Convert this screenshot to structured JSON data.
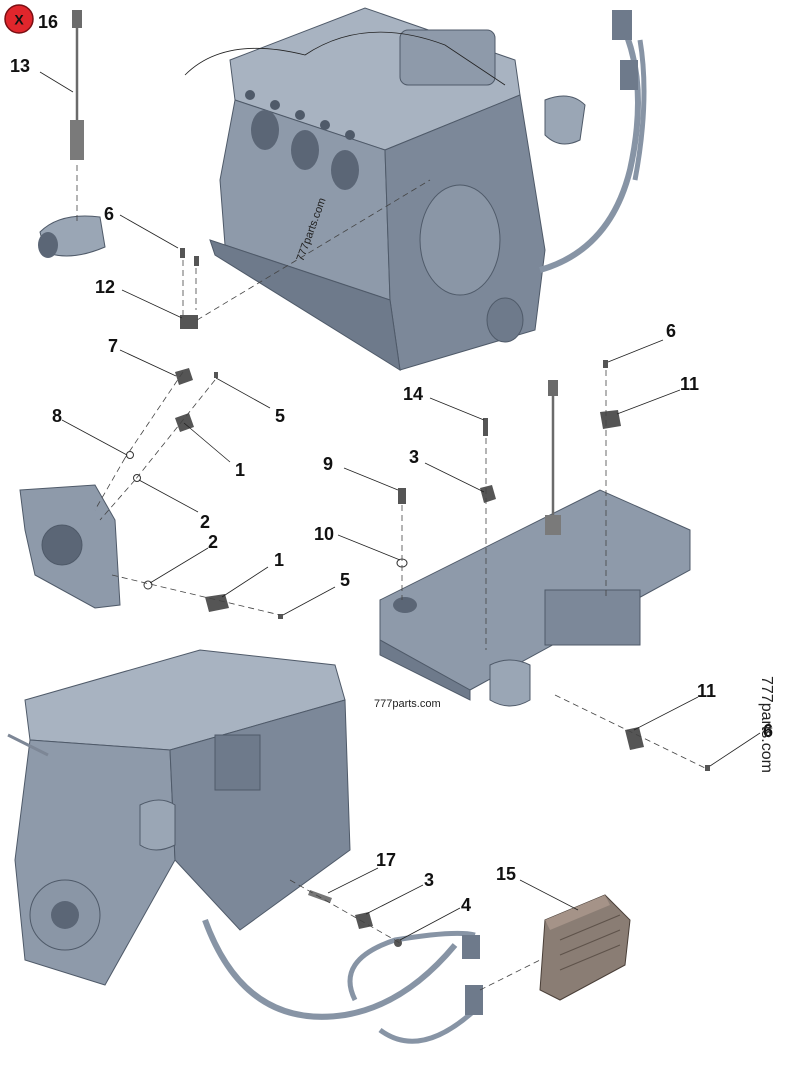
{
  "header": {
    "badge_symbol": "X",
    "badge_number": "16"
  },
  "watermarks": [
    "777parts.com",
    "777parts.com",
    "777parts.com"
  ],
  "callouts": {
    "c13": "13",
    "c6a": "6",
    "c12": "12",
    "c7": "7",
    "c5a": "5",
    "c8": "8",
    "c1a": "1",
    "c2a": "2",
    "c2b": "2",
    "c1b": "1",
    "c5b": "5",
    "c6b": "6",
    "c11a": "11",
    "c14": "14",
    "c9": "9",
    "c3a": "3",
    "c10": "10",
    "c11b": "11",
    "c6c": "6",
    "c17": "17",
    "c3b": "3",
    "c4": "4",
    "c15": "15"
  },
  "colors": {
    "engine_body": "#8e9aaa",
    "engine_dark": "#5b6676",
    "engine_light": "#b8c2cf",
    "sensor": "#6b6b6b",
    "ecm": "#7d716a",
    "badge_red": "#e0262c"
  },
  "icons": {
    "badge": "x-circle-icon"
  }
}
